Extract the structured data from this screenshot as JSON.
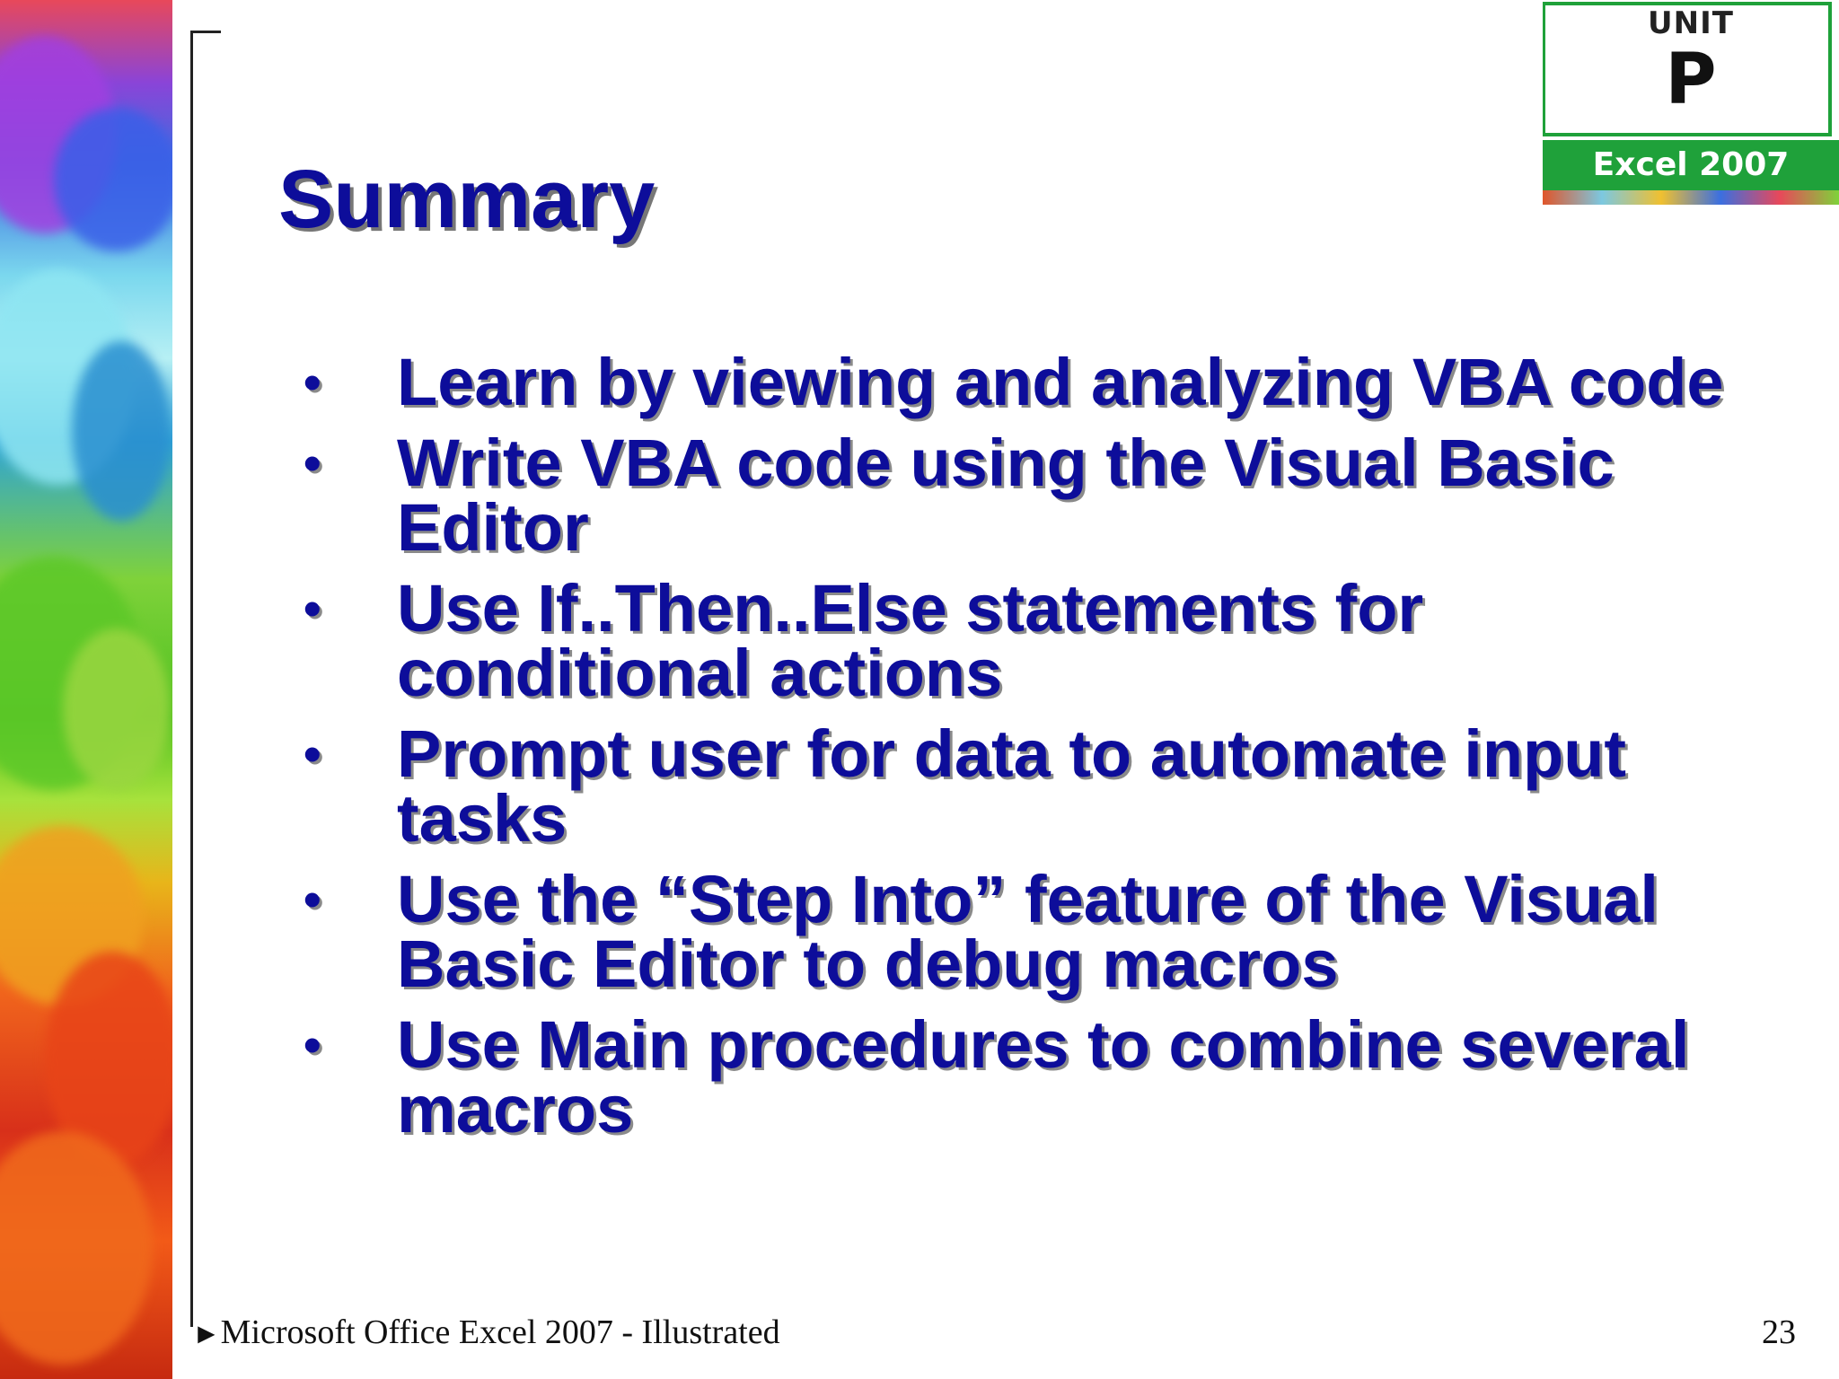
{
  "slide": {
    "title": "Summary",
    "bullets": [
      "Learn by viewing and analyzing VBA code",
      "Write VBA code using the Visual Basic Editor",
      "Use If..Then..Else statements for conditional actions",
      "Prompt user for data to automate input tasks",
      "Use the “Step Into” feature of the Visual Basic Editor to debug macros",
      "Use Main procedures to combine several macros"
    ],
    "bullet_symbol": "•"
  },
  "badge": {
    "unit_label": "UNIT",
    "unit_letter": "P",
    "product": "Excel 2007",
    "accent_color": "#1fa13a"
  },
  "footer": {
    "arrow": "►",
    "text": "Microsoft Office Excel 2007 - Illustrated",
    "page_number": "23"
  },
  "colors": {
    "text_primary": "#0d0d9a",
    "shadow": "#8a8a8a"
  },
  "icons": {
    "footer_arrow": "triangle-right-icon",
    "decoration": "paint-strip-decoration"
  }
}
